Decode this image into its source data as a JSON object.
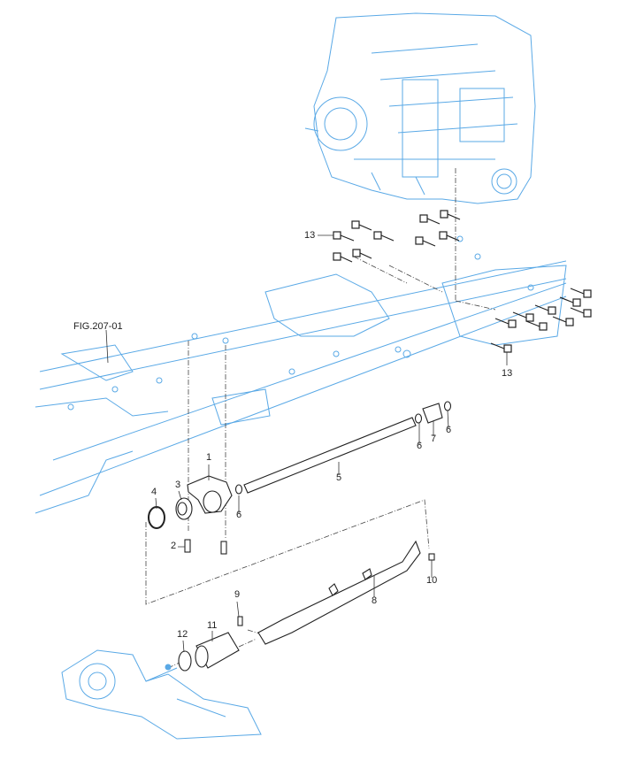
{
  "figure_ref": "FIG.207-01",
  "callouts": {
    "c1": "1",
    "c2": "2",
    "c3": "3",
    "c4": "4",
    "c5": "5",
    "c6a": "6",
    "c6b": "6",
    "c6c": "6",
    "c7": "7",
    "c8": "8",
    "c9": "9",
    "c10": "10",
    "c11": "11",
    "c12": "12",
    "c13a": "13",
    "c13b": "13"
  },
  "colors": {
    "frame": "#5aa9e6",
    "parts": "#333333",
    "background": "#ffffff"
  }
}
